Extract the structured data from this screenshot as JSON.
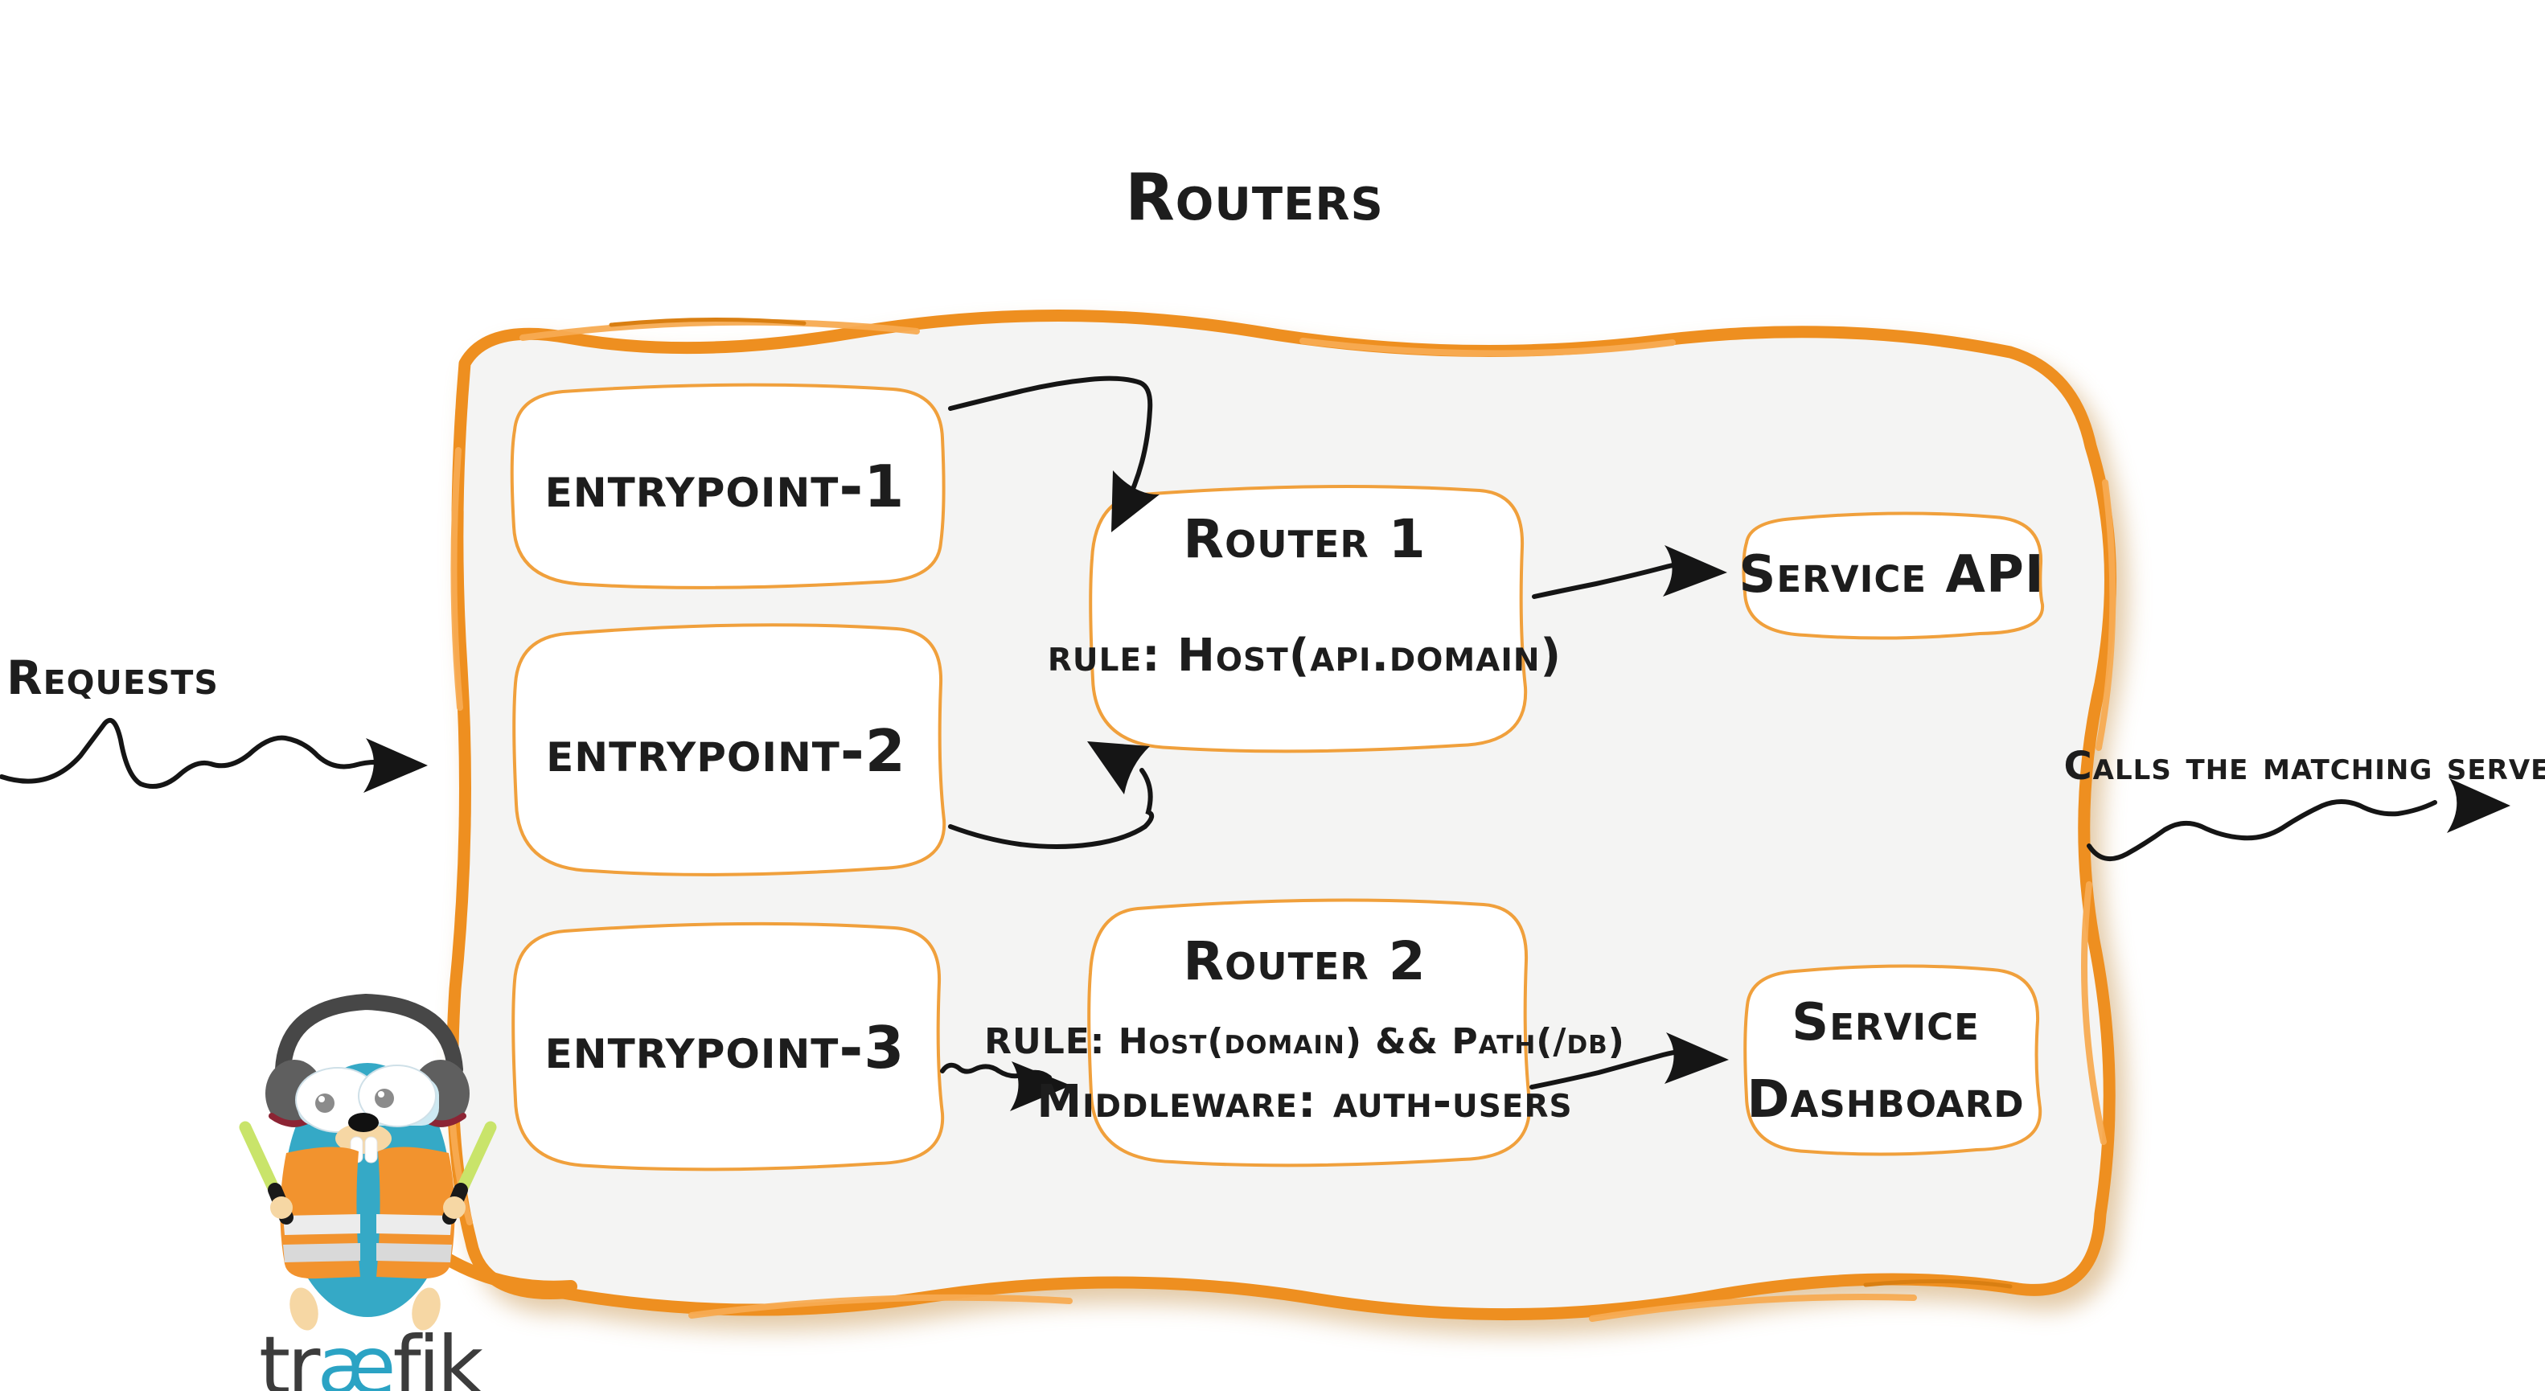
{
  "title": "Routers",
  "annotations": {
    "requests": "Requests",
    "calls": "Calls the matching server"
  },
  "entrypoints": [
    {
      "label": "entrypoint-1"
    },
    {
      "label": "entrypoint-2"
    },
    {
      "label": "entrypoint-3"
    }
  ],
  "routers": [
    {
      "title": "Router 1",
      "rule": "rule: Host(api.domain)"
    },
    {
      "title": "Router 2",
      "rule": "RULE: Host(domain) && Path(/db)",
      "middleware": "Middleware: auth-users"
    }
  ],
  "services": [
    {
      "label": "Service API"
    },
    {
      "label": "Service Dashboard"
    }
  ],
  "logo": {
    "tr": "tr",
    "ae": "æ",
    "fik": "fik"
  },
  "colors": {
    "accent_orange": "#ee8f20",
    "accent_orange_light": "#f7ab52",
    "box_stroke": "#f0a03c",
    "panel_fill": "#f4f4f3",
    "ink": "#1d1d1d",
    "logo_teal": "#2ba3c4",
    "logo_gray": "#3c3c3c",
    "gopher_teal": "#35a9c6",
    "vest_orange": "#f2932e",
    "stick_green": "#c9e46a"
  }
}
